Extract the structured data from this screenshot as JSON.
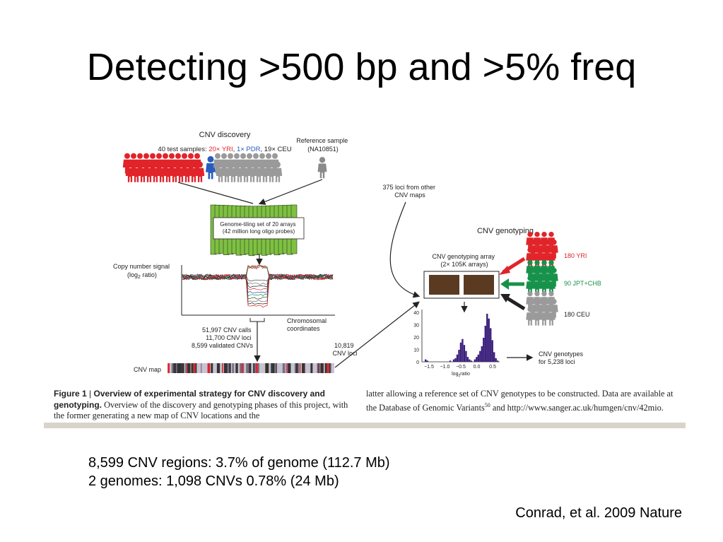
{
  "slide": {
    "title": "Detecting >500 bp and >5% freq",
    "stats": [
      "8,599 CNV regions: 3.7% of genome (112.7 Mb)",
      "2 genomes:  1,098 CNVs 0.78% (24 Mb)"
    ],
    "citation": "Conrad, et al. 2009 Nature"
  },
  "figure": {
    "cnv_discovery": "CNV discovery",
    "samples_prefix": "40 test samples: ",
    "samples_yri": "20× YRI",
    "samples_pdr": "1× PDR",
    "samples_ceu": "19× CEU",
    "sep1": ", ",
    "sep2": ", ",
    "reference_line1": "Reference sample",
    "reference_line2": "(NA10851)",
    "array_line1": "Genome-tiling set of 20 arrays",
    "array_line2": "(42 million long oligo probes)",
    "copy_signal_line1": "Copy number signal",
    "copy_signal_line2": "(log",
    "copy_signal_sub": "2",
    "copy_signal_line2_end": " ratio)",
    "chromosomal_line1": "Chromosomal",
    "chromosomal_line2": "coordinates",
    "calls_line1": "51,997 CNV calls",
    "calls_line2": "11,700 CNV loci",
    "calls_line3": "8,599 validated CNVs",
    "cnv_map": "CNV map",
    "loci_line1": "10,819",
    "loci_line2": "CNV loci",
    "other_maps_line1": "375 loci from other",
    "other_maps_line2": "CNV maps",
    "cnv_genotyping": "CNV genotyping",
    "geno_array_line1": "CNV genotyping array",
    "geno_array_line2": "(2× 105K arrays)",
    "pop_yri": "180 YRI",
    "pop_jpt": "90 JPT+CHB",
    "pop_ceu": "180 CEU",
    "genotypes_line1": "CNV genotypes",
    "genotypes_line2": "for 5,238 loci",
    "hist_y_ticks": [
      "40",
      "30",
      "20",
      "10",
      "0"
    ],
    "hist_x_ticks": [
      "−1.5",
      "−1.0",
      "−0.5",
      "0.0",
      "0.5"
    ],
    "hist_xlabel_pre": "log",
    "hist_xlabel_sub": "2",
    "hist_xlabel_post": "ratio",
    "caption_fig": "Figure 1",
    "caption_bar": " | ",
    "caption_heading": "Overview of experimental strategy for CNV discovery and genotyping.",
    "caption_left_text": " Overview of the discovery and genotyping phases of this project, with the former generating a new map of CNV locations and the",
    "caption_right_text": "latter allowing a reference set of CNV genotypes to be constructed. Data are available at the Database of Genomic Variants",
    "caption_ref": "50",
    "caption_right_text2": " and http://www.sanger.ac.uk/humgen/cnv/42mio."
  },
  "colors": {
    "yri": "#e0242a",
    "pdr": "#2a5bbf",
    "ceu": "#9a9a9a",
    "jpt": "#17924a",
    "array_green": "#7ec043",
    "hist_purple": "#3a1f7a",
    "strip": "#d9d3cb"
  }
}
